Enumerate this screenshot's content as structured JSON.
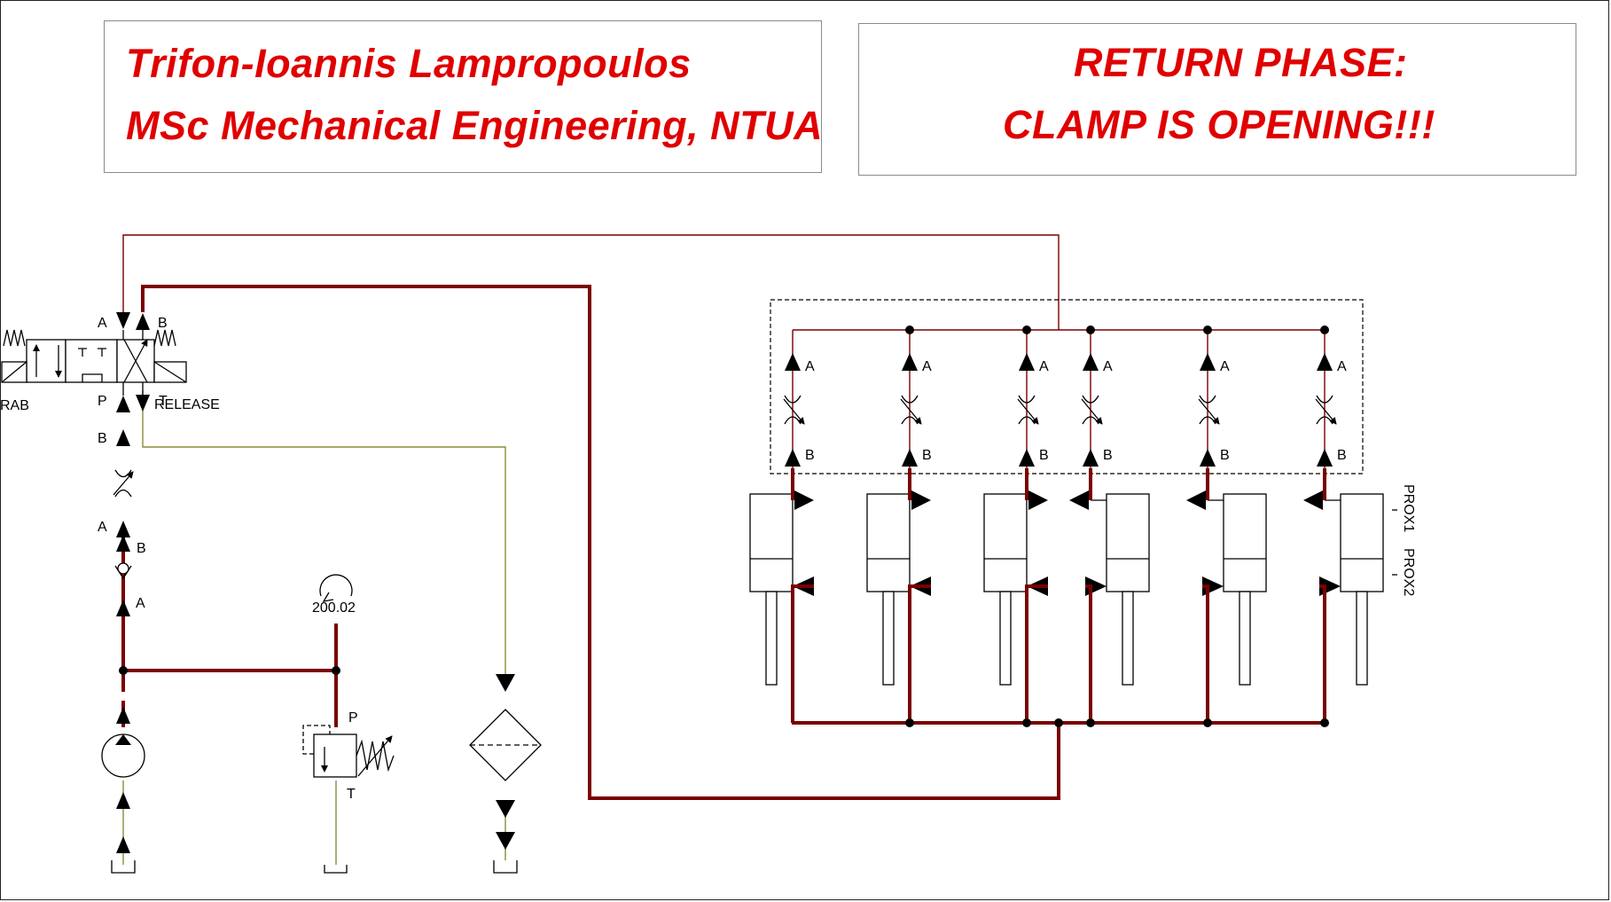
{
  "author": {
    "name": "Trifon-Ioannis  Lampropoulos",
    "degree": "MSc Mechanical Engineering, NTUA"
  },
  "phase": {
    "line1": "RETURN  PHASE:",
    "line2": "CLAMP  IS  OPENING!!!"
  },
  "valve": {
    "port_a": "A",
    "port_b": "B",
    "port_p": "P",
    "port_t": "T",
    "left_label": "RAB",
    "right_label": "RELEASE"
  },
  "supply_line": {
    "throttle_port_b": "B",
    "throttle_port_a": "A",
    "check_port_b": "B",
    "check_port_a": "A"
  },
  "pressure_gauge": {
    "reading": "200.02"
  },
  "relief_valve": {
    "port_p": "P",
    "port_t": "T"
  },
  "throttle_bank": {
    "port_a": "A",
    "port_b": "B",
    "count": 6
  },
  "sensors": {
    "prox1": "PROX1",
    "prox2": "PROX2"
  },
  "colors": {
    "title_text": "#e00000",
    "pressure_line": "#7a0000",
    "return_line": "#8b8b3a"
  }
}
